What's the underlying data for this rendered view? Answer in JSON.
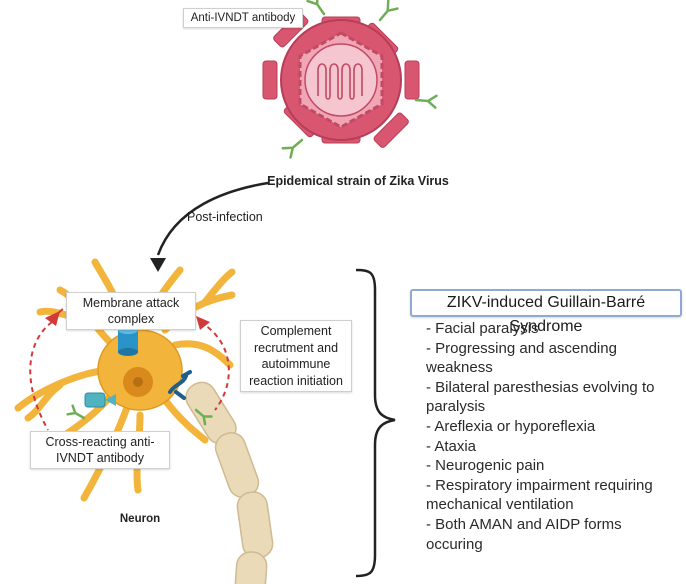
{
  "virus": {
    "antibody_label": "Anti-IVNDT antibody",
    "name": "Epidemical strain of Zika Virus"
  },
  "transition": {
    "label": "Post-infection"
  },
  "neuron": {
    "name": "Neuron",
    "mac_label": "Membrane attack complex",
    "complement_label": "Complement recrutment and autoimmune reaction initiation",
    "crossreact_label": "Cross-reacting anti-IVNDT antibody"
  },
  "syndrome": {
    "title": "ZIKV-induced Guillain-Barré Syndrome",
    "symptoms": [
      "- Facial paralysis",
      "- Progressing and ascending weakness",
      "- Bilateral paresthesias evolving to paralysis",
      "- Areflexia or hyporeflexia",
      "- Ataxia",
      "- Neurogenic pain",
      "- Respiratory impairment requiring mechanical ventilation",
      "- Both AMAN and AIDP forms occuring"
    ]
  },
  "colors": {
    "virus_outer": "#d8566f",
    "virus_inner": "#f0a6b6",
    "virus_core": "#f6c6d0",
    "antibody_green": "#6fae55",
    "neuron_body": "#f2b43a",
    "neuron_edge": "#e09a20",
    "nucleus": "#d98a1c",
    "myelin": "#e9d9b4",
    "arrow_red": "#d23a3a",
    "mac_blue": "#2a94c8",
    "title_border": "#8fa9d3"
  }
}
